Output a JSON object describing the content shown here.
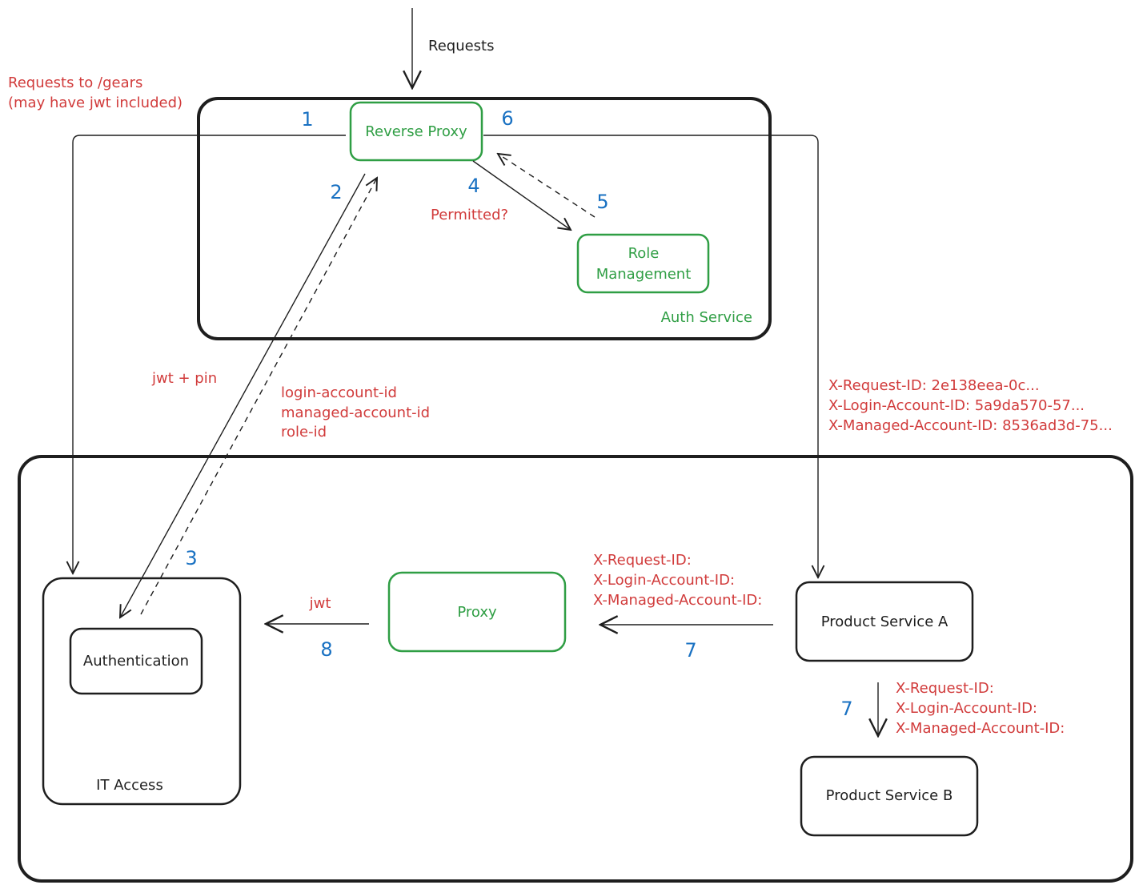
{
  "colors": {
    "stroke": "#1e1e1e",
    "green": "#2f9e44",
    "red": "#d13b3b",
    "blue": "#1971c2"
  },
  "top_label": "Requests",
  "gears_note": [
    "Requests to /gears",
    "(may have jwt included)"
  ],
  "auth_service": {
    "label": "Auth Service",
    "reverse_proxy": "Reverse Proxy",
    "role_management": [
      "Role",
      "Management"
    ],
    "permitted": "Permitted?"
  },
  "steps": {
    "s1": "1",
    "s2": "2",
    "s3": "3",
    "s4": "4",
    "s5": "5",
    "s6": "6",
    "s7a": "7",
    "s7b": "7",
    "s8": "8"
  },
  "jwt_pin": "jwt + pin",
  "auth_response": [
    "login-account-id",
    "managed-account-id",
    "role-id"
  ],
  "forwarded_headers": [
    "X-Request-ID: 2e138eea-0c...",
    "X-Login-Account-ID: 5a9da570-57...",
    "X-Managed-Account-ID: 8536ad3d-75..."
  ],
  "proxy_headers": [
    "X-Request-ID:",
    "X-Login-Account-ID:",
    "X-Managed-Account-ID:"
  ],
  "service_b_headers": [
    "X-Request-ID:",
    "X-Login-Account-ID:",
    "X-Managed-Account-ID:"
  ],
  "it_access": {
    "label": "IT Access",
    "authentication": "Authentication"
  },
  "proxy": "Proxy",
  "jwt": "jwt",
  "product_service_a": "Product Service A",
  "product_service_b": "Product Service B"
}
